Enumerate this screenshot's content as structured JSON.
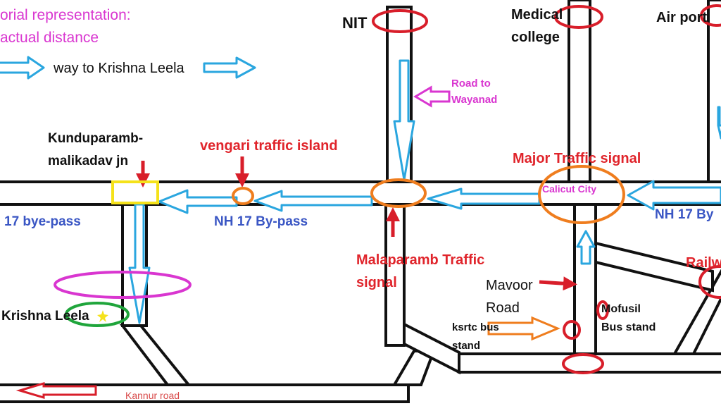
{
  "legend": {
    "line1": "orial representation:",
    "line2": "actual distance",
    "arrow_text": "way to Krishna Leela"
  },
  "places": {
    "nit": "NIT",
    "medical_line1": "Medical",
    "medical_line2": "college",
    "airport": "Air port",
    "kundu_line1": "Kunduparamb-",
    "kundu_line2": "malikadav jn",
    "vengari": "vengari traffic island",
    "major_signal": "Major Traffic signal",
    "calicut": "Calicut City",
    "wayanad_line1": "Road to",
    "wayanad_line2": "Wayanad",
    "bypass_left": "17 bye-pass",
    "bypass_mid": "NH 17 By-pass",
    "bypass_right": "NH 17 By",
    "malap_line1": "Malaparamb Traffic",
    "malap_line2": "signal",
    "mavoor_line1": "Mavoor",
    "mavoor_line2": "Road",
    "mofusil_line1": "Mofusil",
    "mofusil_line2": "Bus stand",
    "ksrtc_line1": "ksrtc bus",
    "ksrtc_line2": "stand",
    "railway": "Railw",
    "krishna": "Krishna Leela",
    "kannur": "Kannur road"
  },
  "colors": {
    "road": "#111111",
    "route_arrow": "#2aa6df",
    "signal_orange": "#ef7d1e",
    "marker_red": "#d81e2a",
    "junction_yellow": "#f5e21a",
    "destination_green": "#1fa53b",
    "area_magenta": "#d936d0"
  }
}
